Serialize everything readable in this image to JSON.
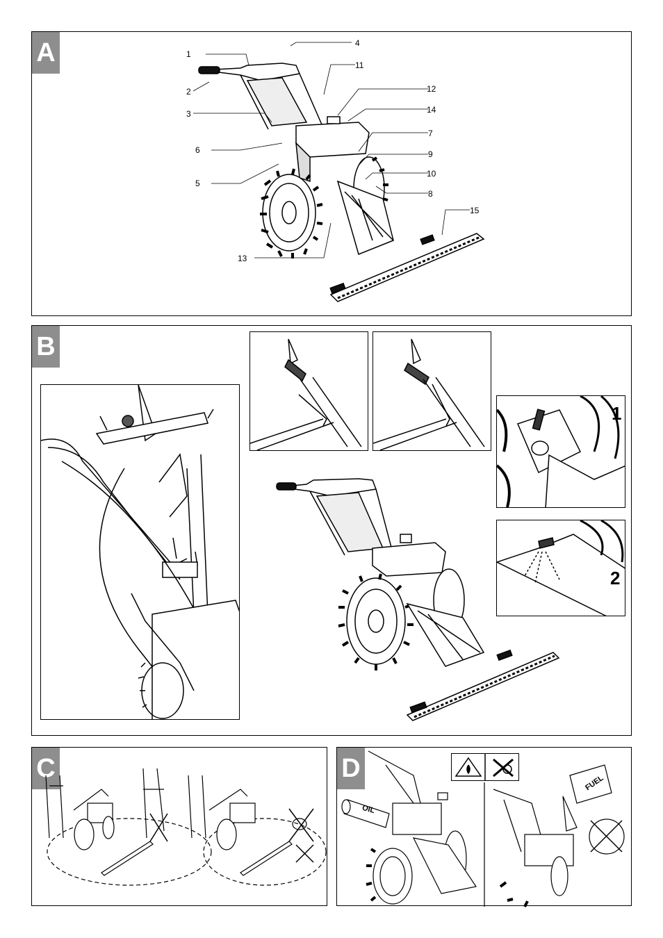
{
  "panels": {
    "a": {
      "label": "A",
      "callouts": [
        "1",
        "2",
        "3",
        "4",
        "5",
        "6",
        "7",
        "8",
        "9",
        "10",
        "11",
        "12",
        "13",
        "14",
        "15"
      ]
    },
    "b": {
      "label": "B",
      "step_one": "1",
      "step_two": "2"
    },
    "c": {
      "label": "C"
    },
    "d": {
      "label": "D",
      "oil_can_text": "OIL",
      "fuel_can_text": "FUEL"
    }
  }
}
